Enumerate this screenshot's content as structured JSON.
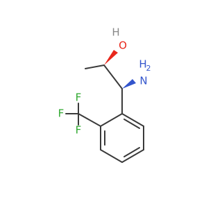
{
  "molecule": {
    "atoms": {
      "hydroxyl_o": "O",
      "hydroxyl_h": "H",
      "amine_n": "N",
      "amine_h": "H",
      "amine_h2": "2",
      "fluorine_top": "F",
      "fluorine_left": "F",
      "fluorine_bottom": "F"
    },
    "colors": {
      "bond": "#3a3a3a",
      "oxygen": "#e8281c",
      "nitrogen": "#3355cc",
      "fluorine": "#2fa82f",
      "hydroxyl_h": "#888888"
    }
  }
}
